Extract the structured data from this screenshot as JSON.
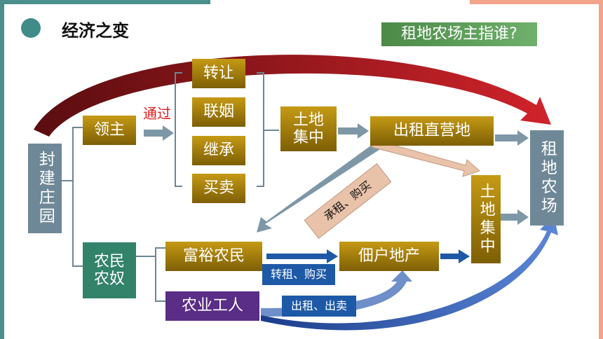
{
  "title": "经济之变",
  "question": "租地农场主指谁?",
  "boxes": {
    "manor": "封建庄园",
    "lord": "领主",
    "through": "通过",
    "transfer": "转让",
    "marriage": "联姻",
    "inherit": "继承",
    "trade": "买卖",
    "land_conc_1": "土地集中",
    "lease_direct": "出租直营地",
    "farm": "租地农场",
    "land_conc_2": "土地集中",
    "peasants": "农民农奴",
    "rich_peasants": "富裕农民",
    "tenant_prop": "佃户地产",
    "workers": "农业工人",
    "lease_buy": "承租、购买",
    "sublease_buy": "转租、购买",
    "rent_sell": "出租、出卖"
  },
  "colors": {
    "gold": "#a07a0c",
    "slate": "#6e8897",
    "teal": "#33826a",
    "purple": "#5a2d86",
    "red_arrow": "#b4161b"
  }
}
